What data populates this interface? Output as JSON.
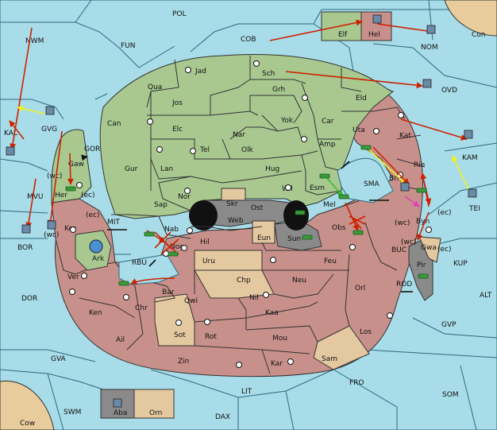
{
  "sea_regions": [
    {
      "id": "pol",
      "label": "POL"
    },
    {
      "id": "nwm",
      "label": "NWM"
    },
    {
      "id": "fun",
      "label": "FUN"
    },
    {
      "id": "cob",
      "label": "COB"
    },
    {
      "id": "nom",
      "label": "NOM"
    },
    {
      "id": "con",
      "label": "Con"
    },
    {
      "id": "ovd",
      "label": "OVD"
    },
    {
      "id": "kal",
      "label": "KAL"
    },
    {
      "id": "gvg",
      "label": "GVG"
    },
    {
      "id": "gor",
      "label": "GOR"
    },
    {
      "id": "mvu",
      "label": "MVU"
    },
    {
      "id": "bor",
      "label": "BOR"
    },
    {
      "id": "mit",
      "label": "MIT"
    },
    {
      "id": "rbu",
      "label": "RBU"
    },
    {
      "id": "dor",
      "label": "DOR"
    },
    {
      "id": "gva",
      "label": "GVA"
    },
    {
      "id": "swm",
      "label": "SWM"
    },
    {
      "id": "cow",
      "label": "Cow"
    },
    {
      "id": "dax",
      "label": "DAX"
    },
    {
      "id": "lit",
      "label": "LIT"
    },
    {
      "id": "fro",
      "label": "FRO"
    },
    {
      "id": "som",
      "label": "SOM"
    },
    {
      "id": "gvp",
      "label": "GVP"
    },
    {
      "id": "alt",
      "label": "ALT"
    },
    {
      "id": "kup",
      "label": "KUP"
    },
    {
      "id": "buc",
      "label": "BUC"
    },
    {
      "id": "rod",
      "label": "ROD"
    },
    {
      "id": "sma",
      "label": "SMA"
    },
    {
      "id": "kam",
      "label": "KAM"
    },
    {
      "id": "tei",
      "label": "TEI"
    }
  ],
  "land_regions": [
    {
      "id": "jad",
      "label": "Jad"
    },
    {
      "id": "sch",
      "label": "Sch"
    },
    {
      "id": "qua",
      "label": "Qua"
    },
    {
      "id": "jos",
      "label": "Jos"
    },
    {
      "id": "grh",
      "label": "Grh"
    },
    {
      "id": "eld",
      "label": "Eld"
    },
    {
      "id": "can",
      "label": "Can"
    },
    {
      "id": "yok",
      "label": "Yok"
    },
    {
      "id": "car",
      "label": "Car"
    },
    {
      "id": "elc",
      "label": "Elc"
    },
    {
      "id": "nar",
      "label": "Nar"
    },
    {
      "id": "uta",
      "label": "Uta"
    },
    {
      "id": "kat",
      "label": "Kat"
    },
    {
      "id": "tel",
      "label": "Tel"
    },
    {
      "id": "olk",
      "label": "Olk"
    },
    {
      "id": "amp",
      "label": "Amp"
    },
    {
      "id": "gur",
      "label": "Gur"
    },
    {
      "id": "lan",
      "label": "Lan"
    },
    {
      "id": "hug",
      "label": "Hug"
    },
    {
      "id": "bri",
      "label": "Bri"
    },
    {
      "id": "rie",
      "label": "Rie"
    },
    {
      "id": "gaw",
      "label": "Gaw"
    },
    {
      "id": "her",
      "label": "Her"
    },
    {
      "id": "nor",
      "label": "Nor"
    },
    {
      "id": "wil",
      "label": "Wil"
    },
    {
      "id": "esm",
      "label": "Esm"
    },
    {
      "id": "skr",
      "label": "Skr"
    },
    {
      "id": "sap",
      "label": "Sap"
    },
    {
      "id": "ost",
      "label": "Ost"
    },
    {
      "id": "web",
      "label": "Web"
    },
    {
      "id": "mel",
      "label": "Mel"
    },
    {
      "id": "byn",
      "label": "Byn"
    },
    {
      "id": "kor",
      "label": "Kor"
    },
    {
      "id": "nab",
      "label": "Nab"
    },
    {
      "id": "eun",
      "label": "Eun"
    },
    {
      "id": "sun",
      "label": "Sun"
    },
    {
      "id": "obs",
      "label": "Obs"
    },
    {
      "id": "gwa",
      "label": "Gwa"
    },
    {
      "id": "ark",
      "label": "Ark"
    },
    {
      "id": "nog",
      "label": "Nog"
    },
    {
      "id": "hil",
      "label": "Hil"
    },
    {
      "id": "pir",
      "label": "Pir"
    },
    {
      "id": "uru",
      "label": "Uru"
    },
    {
      "id": "feu",
      "label": "Feu"
    },
    {
      "id": "ver",
      "label": "Ver"
    },
    {
      "id": "chp",
      "label": "Chp"
    },
    {
      "id": "neu",
      "label": "Neu"
    },
    {
      "id": "orl",
      "label": "Orl"
    },
    {
      "id": "bar",
      "label": "Bar"
    },
    {
      "id": "qwi",
      "label": "Qwi"
    },
    {
      "id": "nil",
      "label": "Nil"
    },
    {
      "id": "ken",
      "label": "Ken"
    },
    {
      "id": "chr",
      "label": "Chr"
    },
    {
      "id": "kaa",
      "label": "Kaa"
    },
    {
      "id": "los",
      "label": "Los"
    },
    {
      "id": "ail",
      "label": "Ail"
    },
    {
      "id": "sot",
      "label": "Sot"
    },
    {
      "id": "rot",
      "label": "Rot"
    },
    {
      "id": "mou",
      "label": "Mou"
    },
    {
      "id": "sam",
      "label": "Sam"
    },
    {
      "id": "zin",
      "label": "Zin"
    },
    {
      "id": "kar",
      "label": "Kar"
    },
    {
      "id": "aba",
      "label": "Aba"
    },
    {
      "id": "orn",
      "label": "Orn"
    },
    {
      "id": "elf",
      "label": "Elf"
    },
    {
      "id": "hel",
      "label": "Hel"
    }
  ],
  "coast_tags": [
    {
      "id": "gaw-wc",
      "label": "(wc)"
    },
    {
      "id": "gaw-ec",
      "label": "(ec)"
    },
    {
      "id": "kor-ec",
      "label": "(ec)"
    },
    {
      "id": "kor-wc",
      "label": "(wc)"
    },
    {
      "id": "byn-wc",
      "label": "(wc)"
    },
    {
      "id": "byn-ec",
      "label": "(ec)"
    },
    {
      "id": "gwa-wc",
      "label": "(wc)"
    },
    {
      "id": "gwa-ec",
      "label": "(ec)"
    }
  ],
  "colors": {
    "sea": "#a8dce8",
    "sea_border": "#2c6a80",
    "green": "#a8c890",
    "red": "#c8908a",
    "tan": "#e4c8a0",
    "grey": "#8a8a8a",
    "order_red": "#cc2200",
    "order_yellow": "#f0f020",
    "order_green": "#30c030",
    "order_pink": "#e040c0",
    "fleet": "#6a8aa8",
    "army": "#3a9a3a"
  }
}
